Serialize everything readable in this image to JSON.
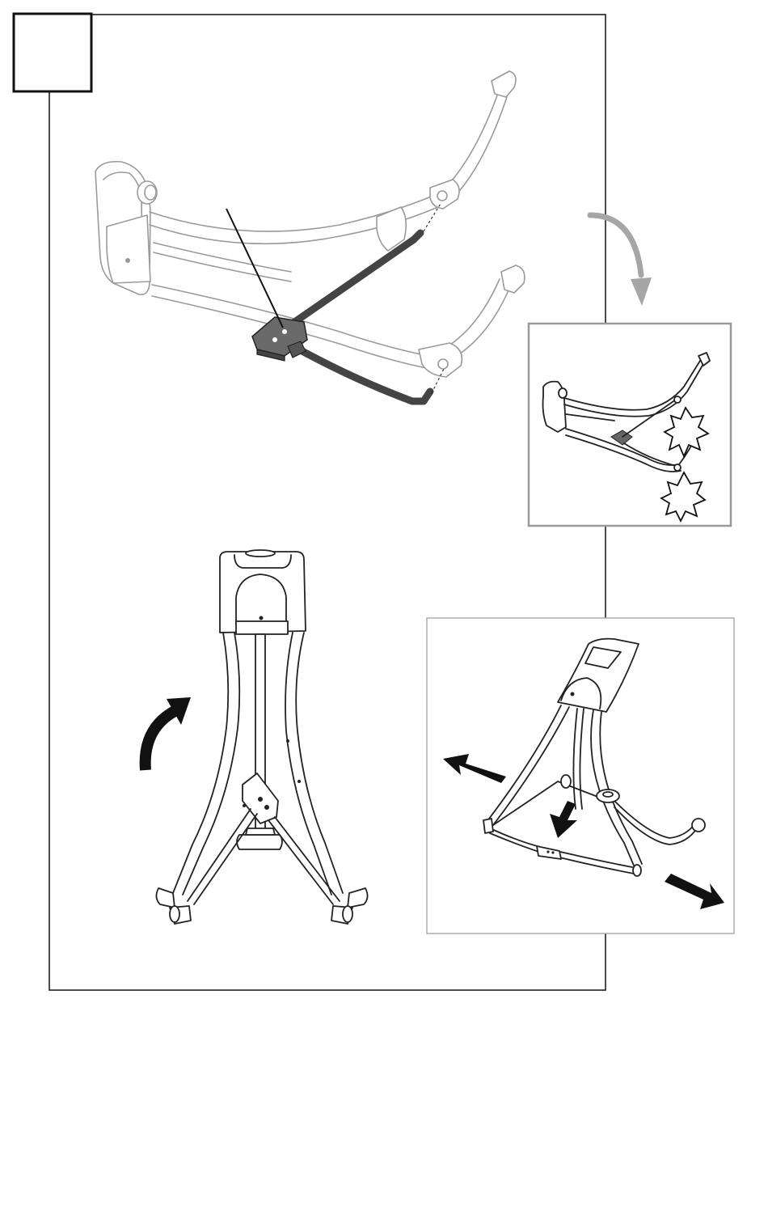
{
  "step": {
    "number": ""
  },
  "colors": {
    "line": "#111111",
    "pale_line": "#9a9a9a",
    "highlight_part": "#555555",
    "arrow_gray": "#a6a6a6",
    "arrow_black": "#111111",
    "inset_border": "#999999"
  },
  "figures": [
    {
      "name": "seat-frame-with-crossbar",
      "icon": "seat-frame"
    },
    {
      "name": "snap-detail-inset",
      "icon": "snap-burst-icon"
    },
    {
      "name": "folded-stand-rotate",
      "icon": "curved-arrow-icon"
    },
    {
      "name": "unfold-legs-inset",
      "icon": "straight-arrow-icon"
    }
  ]
}
